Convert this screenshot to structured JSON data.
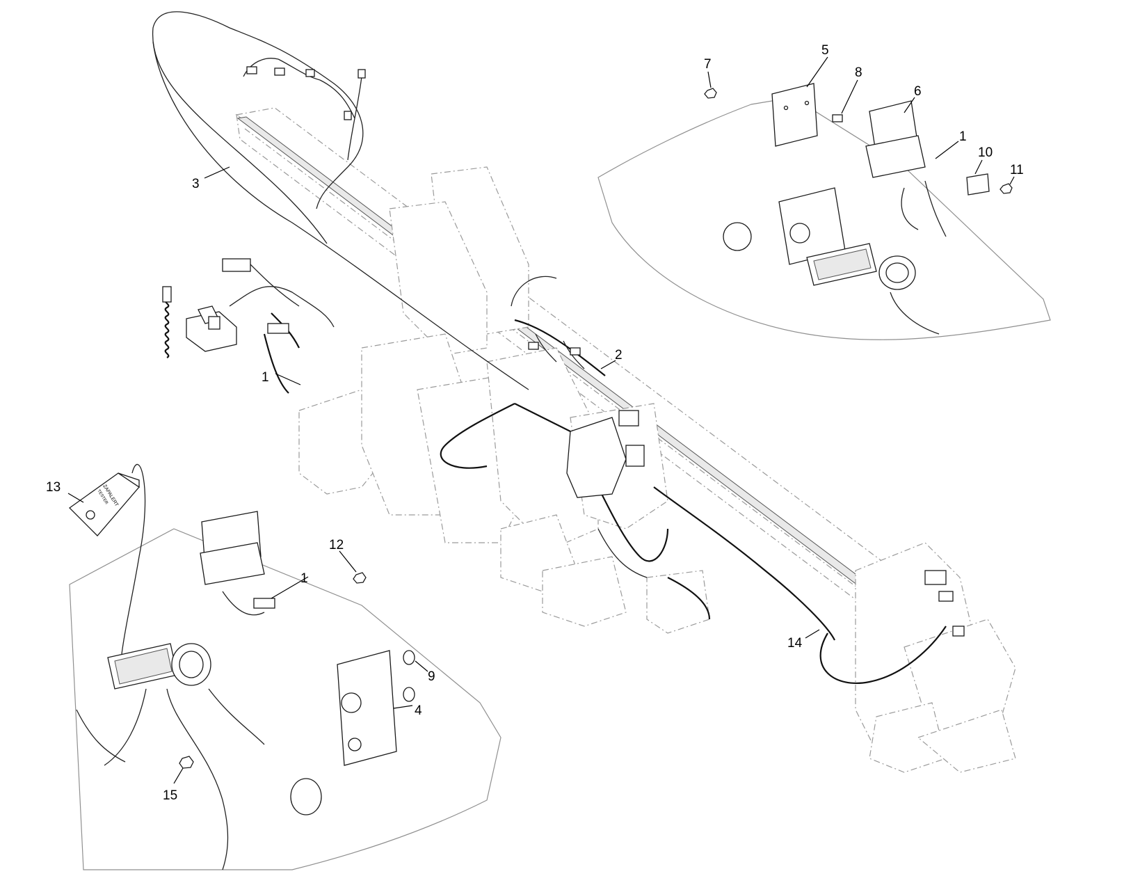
{
  "callouts": {
    "c1a": "1",
    "c1b": "1",
    "c1c": "1",
    "c2": "2",
    "c3": "3",
    "c4": "4",
    "c5": "5",
    "c6": "6",
    "c7": "7",
    "c8": "8",
    "c9": "9",
    "c10": "10",
    "c11": "11",
    "c12": "12",
    "c13": "13",
    "c14": "14",
    "c15": "15"
  },
  "tester_label": {
    "line1": "ZAPALERT",
    "line2": "TESTER"
  },
  "icons": [
    "wire-harness-icon",
    "control-box-icon",
    "ground-tester-icon",
    "connector-icon"
  ]
}
